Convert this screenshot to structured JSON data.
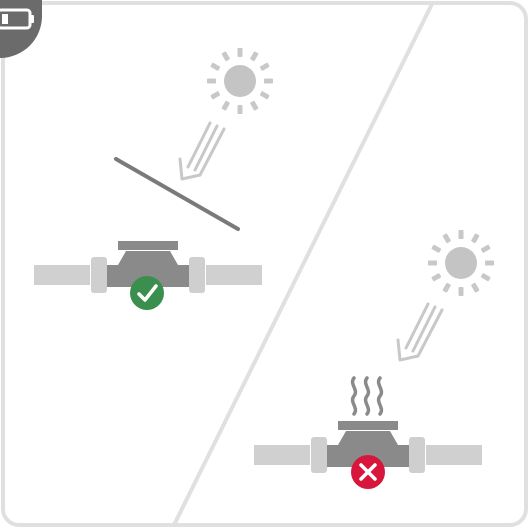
{
  "illustration": {
    "panels": [
      {
        "id": "shaded",
        "status": "correct",
        "status_icon": "check-icon",
        "status_color": "#3a8f4e"
      },
      {
        "id": "unshaded",
        "status": "incorrect",
        "status_icon": "cross-icon",
        "status_color": "#d8163c"
      }
    ],
    "badge_icon": "battery-icon",
    "sun_icon": "sun-icon",
    "heat_icon": "heat-waves-icon",
    "colors": {
      "frame": "#e0e0e0",
      "badge": "#6b6b6b",
      "meter": "#8a8a8a",
      "pipe": "#d0d0d0",
      "sun": "#c4c4c4",
      "shade": "#7a7a7a",
      "success": "#3a8f4e",
      "error": "#d8163c"
    }
  }
}
